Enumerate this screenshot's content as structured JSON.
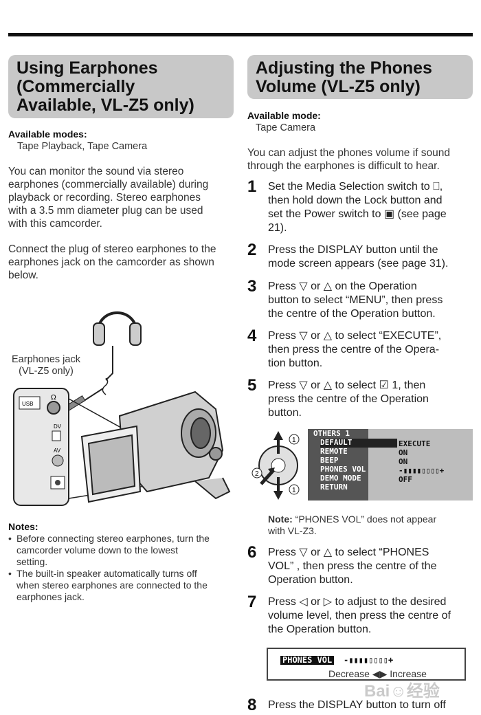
{
  "left": {
    "title_lines": [
      "Using Earphones",
      "(Commercially",
      "Available, VL-Z5 only)"
    ],
    "modes_label": "Available modes:",
    "modes_value": "Tape Playback, Tape Camera",
    "para1": [
      "You can monitor the sound via stereo",
      "earphones (commercially available) during",
      "playback or recording. Stereo earphones",
      "with a 3.5 mm diameter plug can be used",
      "with this camcorder."
    ],
    "para2": [
      "Connect the plug of stereo earphones to the",
      "earphones jack on the camcorder as shown",
      "below."
    ],
    "callout": [
      "Earphones jack",
      "(VL-Z5 only)"
    ],
    "jack_labels": {
      "usb": "USB",
      "dv": "DV",
      "av": "AV"
    },
    "notes_label": "Notes:",
    "notes": [
      [
        "Before connecting stereo earphones, turn the",
        "camcorder volume down to the lowest",
        "setting."
      ],
      [
        "The built-in speaker automatically turns off",
        "when stereo earphones are connected to the",
        "earphones jack."
      ]
    ]
  },
  "right": {
    "title_lines": [
      "Adjusting the Phones",
      "Volume (VL-Z5 only)"
    ],
    "mode_label": "Available mode:",
    "mode_value": "Tape Camera",
    "intro": [
      "You can adjust the phones volume if sound",
      "through the earphones is difficult to hear."
    ],
    "steps": [
      {
        "num": "1",
        "lines": [
          "Set the Media Selection switch to ⎕,",
          "then hold down the Lock button and",
          "set the Power switch to ▣ (see page",
          "21)."
        ]
      },
      {
        "num": "2",
        "lines": [
          "Press the DISPLAY button until the",
          "mode screen appears (see page 31)."
        ]
      },
      {
        "num": "3",
        "lines": [
          "Press ▽ or △ on the Operation",
          "button to select “MENU”, then press",
          "the centre of the Operation button."
        ]
      },
      {
        "num": "4",
        "lines": [
          "Press ▽ or △ to select “EXECUTE”,",
          "then press the centre of the Opera-",
          "tion button."
        ]
      },
      {
        "num": "5",
        "lines": [
          "Press ▽ or △ to select ☑ 1, then",
          "press the centre of the Operation",
          "button."
        ]
      },
      {
        "num": "6",
        "lines": [
          "Press ▽ or △ to select “PHONES",
          "VOL” , then press the centre of the",
          "Operation button."
        ]
      },
      {
        "num": "7",
        "lines": [
          "Press ◁ or ▷ to adjust to the desired",
          "volume level, then press the centre of",
          "the Operation button."
        ]
      },
      {
        "num": "8",
        "lines": [
          "Press the DISPLAY button to turn off"
        ]
      }
    ],
    "osd": {
      "header": "OTHERS 1",
      "items": [
        "DEFAULT",
        "REMOTE",
        "BEEP",
        "PHONES VOL",
        "DEMO MODE",
        "RETURN"
      ],
      "values": [
        "EXECUTE",
        "ON",
        "ON",
        "-▮▮▮▮▯▯▯▯+",
        "OFF"
      ],
      "callouts": [
        "1",
        "2",
        "1"
      ]
    },
    "note_label": "Note:",
    "note_text": [
      "“PHONES VOL” does not appear",
      "with VL-Z3."
    ],
    "phones_label": "PHONES VOL",
    "phones_bar": "-▮▮▮▮▯▯▯▯+",
    "decrease": "Decrease",
    "increase": "Increase",
    "watermark": "Bai☺经验"
  }
}
